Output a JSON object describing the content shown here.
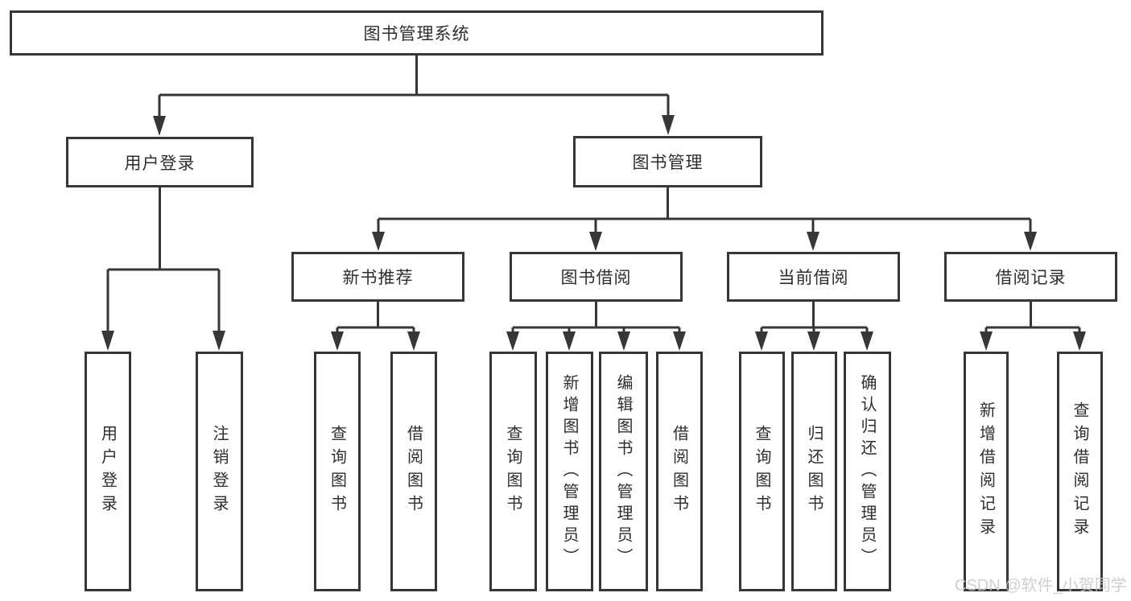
{
  "page": {
    "background": "#ffffff"
  },
  "colors": {
    "line_stroke": "#373737",
    "box_border": "#373737",
    "box_fill": "#ffffff",
    "text": "#2e2e2e",
    "watermark": "#c9c9c9"
  },
  "diagram": {
    "type": "hierarchy-tree",
    "root": {
      "label": "图书管理系统"
    },
    "level2": [
      {
        "label": "用户登录",
        "children": [
          {
            "label": "用户登录"
          },
          {
            "label": "注销登录"
          }
        ]
      },
      {
        "label": "图书管理",
        "children": [
          {
            "label": "新书推荐",
            "children": [
              {
                "label": "查询图书"
              },
              {
                "label": "借阅图书"
              }
            ]
          },
          {
            "label": "图书借阅",
            "children": [
              {
                "label": "查询图书"
              },
              {
                "label": "新增图书（管理员）"
              },
              {
                "label": "编辑图书（管理员）"
              },
              {
                "label": "借阅图书"
              }
            ]
          },
          {
            "label": "当前借阅",
            "children": [
              {
                "label": "查询图书"
              },
              {
                "label": "归还图书"
              },
              {
                "label": "确认归还（管理员）"
              }
            ]
          },
          {
            "label": "借阅记录",
            "children": [
              {
                "label": "新增借阅记录"
              },
              {
                "label": "查询借阅记录"
              }
            ]
          }
        ]
      }
    ]
  },
  "watermark": {
    "text": "CSDN @软件_小贺同学"
  }
}
